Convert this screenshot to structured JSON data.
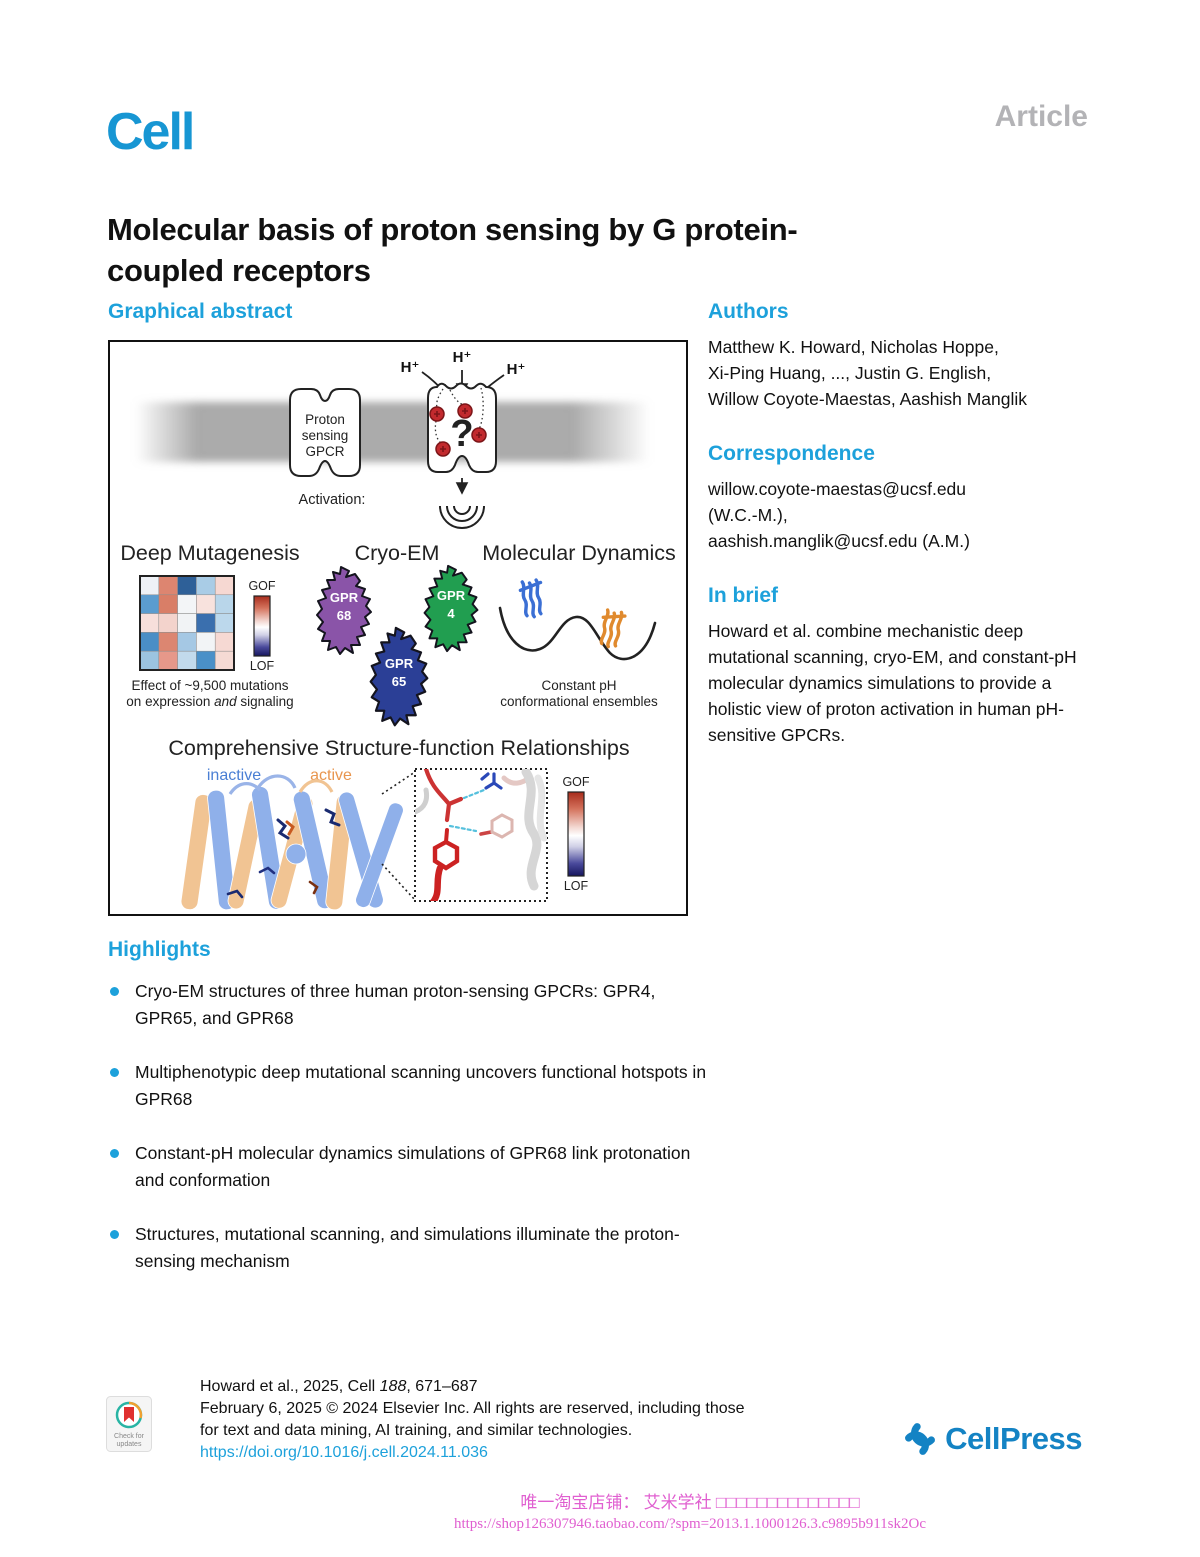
{
  "colors": {
    "accent_blue": "#1da1db",
    "logo_blue": "#1796d3",
    "article_gray": "#b3b3b6",
    "watermark_pink": "#e05fd0",
    "cellpress_blue": "#1483c4"
  },
  "header": {
    "logo": "Cell",
    "article_label": "Article"
  },
  "title_line1": "Molecular basis of proton sensing by G protein-",
  "title_line2": "coupled receptors",
  "graphical_abstract": {
    "heading": "Graphical abstract",
    "top": {
      "receptor_lines": [
        "Proton",
        "sensing",
        "GPCR"
      ],
      "activation": "Activation:",
      "protons": [
        "H⁺",
        "H⁺",
        "H⁺"
      ],
      "unknown": "?"
    },
    "deep_mutagenesis": {
      "heading": "Deep Mutagenesis",
      "gof": "GOF",
      "lof": "LOF",
      "caption1": "Effect of ~9,500 mutations",
      "caption2a": "on expression ",
      "caption2b": "and",
      "caption2c": " signaling",
      "heatmap": {
        "rows": 5,
        "cols": 5,
        "colors": [
          "#eef1f6",
          "#dd8570",
          "#2e6098",
          "#a9cce6",
          "#f6d8d2",
          "#5b9ccf",
          "#d97e67",
          "#f3f5f7",
          "#f8e2dd",
          "#b9d6ea",
          "#f7dfdb",
          "#f3d3cc",
          "#f1f3f5",
          "#3a6fae",
          "#bcd8ec",
          "#4a8ec6",
          "#dc8671",
          "#a5c8e4",
          "#f2f4f6",
          "#f6d9d3",
          "#9cc4e0",
          "#e6988a",
          "#c2daec",
          "#4a90c8",
          "#f5dad4"
        ]
      }
    },
    "cryoem": {
      "heading": "Cryo-EM",
      "blobs": [
        {
          "line1": "GPR",
          "line2": "68",
          "color": "#8a54a8"
        },
        {
          "line1": "GPR",
          "line2": "4",
          "color": "#219e50"
        },
        {
          "line1": "GPR",
          "line2": "65",
          "color": "#2b3f96"
        }
      ]
    },
    "md": {
      "heading": "Molecular Dynamics",
      "caption1": "Constant pH",
      "caption2": "conformational ensembles",
      "inactive_color": "#3b6fd4",
      "active_color": "#e08a2e"
    },
    "bottom": {
      "heading": "Comprehensive Structure-function Relationships",
      "inactive": "inactive",
      "active": "active",
      "gof": "GOF",
      "lof": "LOF",
      "inactive_label_color": "#4a7fd4",
      "active_label_color": "#e8954e"
    }
  },
  "authors": {
    "heading": "Authors",
    "lines": [
      "Matthew K. Howard, Nicholas Hoppe,",
      "Xi-Ping Huang, ..., Justin G. English,",
      "Willow Coyote-Maestas, Aashish Manglik"
    ]
  },
  "correspondence": {
    "heading": "Correspondence",
    "lines": [
      "willow.coyote-maestas@ucsf.edu",
      "(W.C.-M.),",
      "aashish.manglik@ucsf.edu (A.M.)"
    ]
  },
  "in_brief": {
    "heading": "In brief",
    "text": "Howard et al. combine mechanistic deep mutational scanning, cryo-EM, and constant-pH molecular dynamics simulations to provide a holistic view of proton activation in human pH-sensitive GPCRs."
  },
  "highlights": {
    "heading": "Highlights",
    "items": [
      {
        "text": "Cryo-EM structures of three human proton-sensing GPCRs: GPR4, GPR65, and GPR68"
      },
      {
        "text": "Multiphenotypic deep mutational scanning uncovers functional hotspots in GPR68"
      },
      {
        "text": "Constant-pH molecular dynamics simulations of GPR68 link protonation and conformation"
      },
      {
        "text": "Structures, mutational scanning, and simulations illuminate the proton-sensing mechanism"
      }
    ]
  },
  "footer": {
    "citation_pre": "Howard et al., 2025, Cell ",
    "citation_volume": "188",
    "citation_pages": ", 671–687",
    "line2": "February 6, 2025 © 2024 Elsevier Inc. All rights are reserved, including those",
    "line3": "for text and data mining, AI training, and similar technologies.",
    "doi": "https://doi.org/10.1016/j.cell.2024.11.036",
    "check_badge_line1": "Check for",
    "check_badge_line2": "updates",
    "cellpress": "CellPress"
  },
  "watermark": {
    "line1": "唯一淘宝店铺： 艾米学社 □□□□□□□□□□□□□□",
    "line2": "https://shop126307946.taobao.com/?spm=2013.1.1000126.3.c9895b911sk2Oc"
  }
}
